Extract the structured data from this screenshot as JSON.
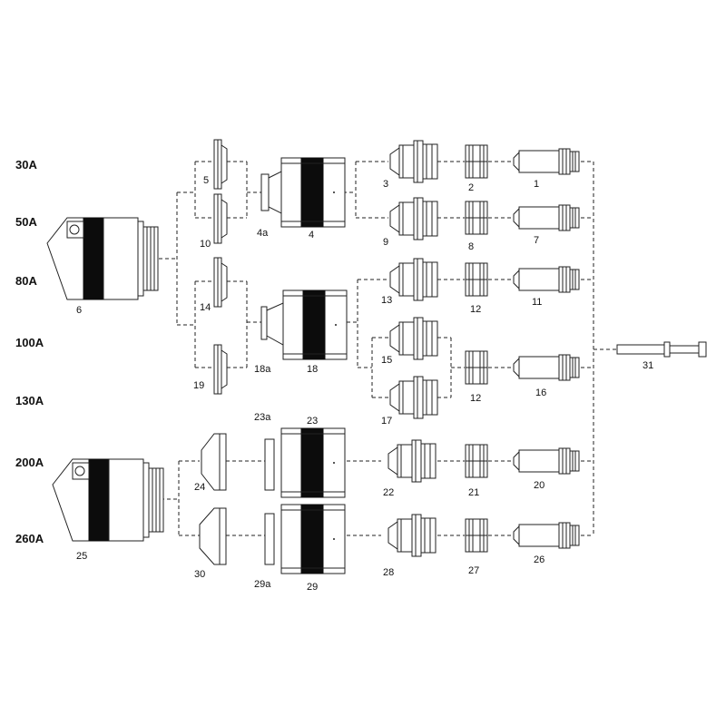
{
  "amperages": [
    "30A",
    "50A",
    "80A",
    "100A",
    "130A",
    "200A",
    "260A"
  ],
  "parts": {
    "p1": "1",
    "p2": "2",
    "p3": "3",
    "p4": "4",
    "p4a": "4a",
    "p5": "5",
    "p6": "6",
    "p7": "7",
    "p8": "8",
    "p9": "9",
    "p10": "10",
    "p11": "11",
    "p12a": "12",
    "p12b": "12",
    "p13": "13",
    "p14": "14",
    "p15": "15",
    "p16": "16",
    "p17": "17",
    "p18": "18",
    "p18a": "18a",
    "p19": "19",
    "p20": "20",
    "p21": "21",
    "p22": "22",
    "p23": "23",
    "p23a": "23a",
    "p24": "24",
    "p25": "25",
    "p26": "26",
    "p27": "27",
    "p28": "28",
    "p29": "29",
    "p29a": "29a",
    "p30": "30",
    "p31": "31"
  }
}
